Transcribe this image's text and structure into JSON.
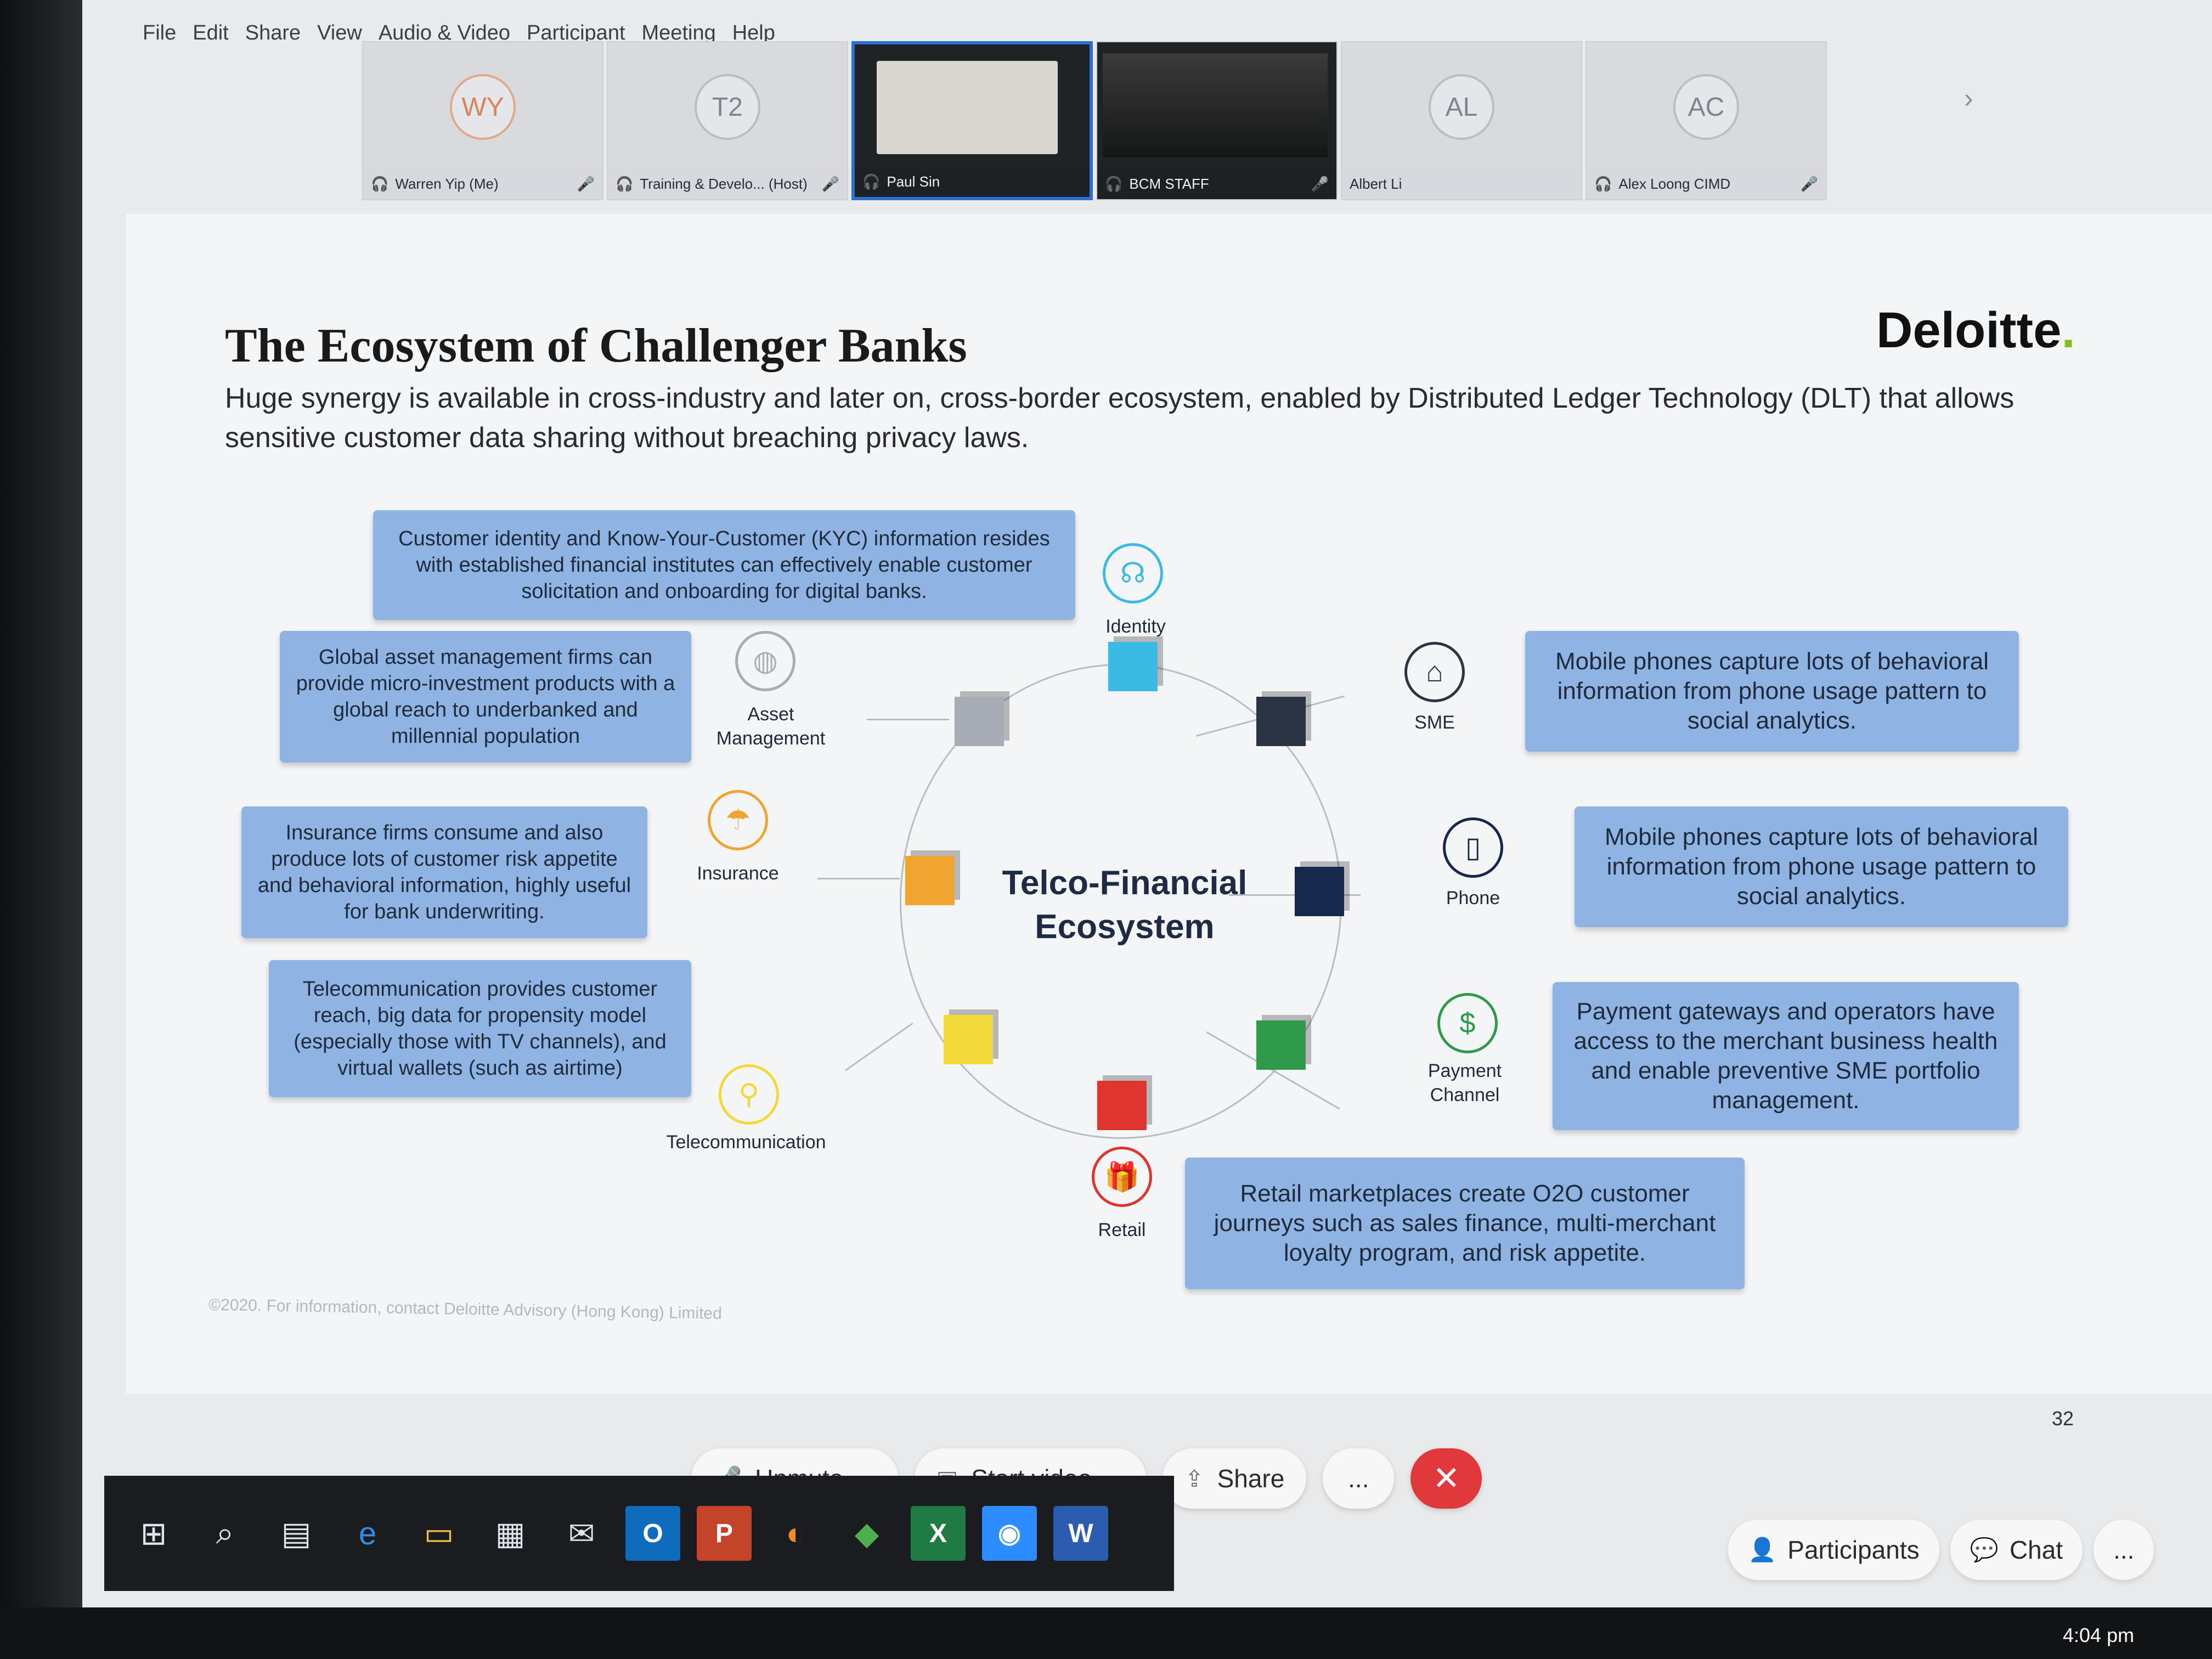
{
  "menu": [
    "File",
    "Edit",
    "Share",
    "View",
    "Audio & Video",
    "Participant",
    "Meeting",
    "Help"
  ],
  "participants": [
    {
      "initials": "WY",
      "name": "Warren Yip (Me)",
      "muted": true,
      "type": "avatar"
    },
    {
      "initials": "T2",
      "name": "Training & Develo... (Host)",
      "muted": true,
      "type": "avatar"
    },
    {
      "initials": "",
      "name": "Paul Sin",
      "muted": false,
      "type": "video",
      "active": true
    },
    {
      "initials": "",
      "name": "BCM STAFF",
      "muted": true,
      "type": "video"
    },
    {
      "initials": "AL",
      "name": "Albert Li",
      "muted": false,
      "type": "avatar"
    },
    {
      "initials": "AC",
      "name": "Alex Loong CIMD",
      "muted": true,
      "type": "avatar"
    }
  ],
  "slide": {
    "title": "The Ecosystem of Challenger Banks",
    "logo": "Deloitte",
    "logo_dot": ".",
    "subtitle": "Huge synergy is available in cross-industry and later on, cross-border ecosystem, enabled by Distributed Ledger Technology (DLT) that allows sensitive customer data sharing without breaching privacy laws.",
    "center": [
      "Telco-Financial",
      "Ecosystem"
    ],
    "nodes": [
      {
        "label": "Identity",
        "icon": "identity-icon"
      },
      {
        "label": "SME",
        "icon": "factory-icon"
      },
      {
        "label": "Phone",
        "icon": "phone-icon"
      },
      {
        "label": "Payment Channel",
        "icon": "payment-icon"
      },
      {
        "label": "Retail",
        "icon": "gift-icon"
      },
      {
        "label": "Telecommunication",
        "icon": "antenna-icon"
      },
      {
        "label": "Insurance",
        "icon": "umbrella-icon"
      },
      {
        "label": "Asset Management",
        "icon": "piggy-bank-icon"
      }
    ],
    "boxes": {
      "identity": "Customer identity and Know-Your-Customer (KYC) information resides with established financial institutes can effectively enable customer solicitation and onboarding for digital banks.",
      "asset": "Global asset management firms can provide micro-investment products with a global reach to underbanked and millennial population",
      "insurance": "Insurance firms consume and also produce lots of customer risk appetite and behavioral information, highly useful for bank underwriting.",
      "telecom": "Telecommunication provides customer reach, big data for propensity model (especially those with TV channels), and virtual wallets (such as airtime)",
      "sme": "Mobile phones capture lots of behavioral information from phone usage pattern to social analytics.",
      "phone": "Mobile phones capture lots of behavioral information from phone usage pattern to social analytics.",
      "payment": "Payment gateways and operators have access to the merchant business health and enable preventive SME portfolio management.",
      "retail": "Retail marketplaces create O2O customer journeys such as sales finance, multi-merchant loyalty program, and risk appetite."
    },
    "footer": "©2020. For information, contact Deloitte Advisory (Hong Kong) Limited",
    "page_number": "32"
  },
  "controls": {
    "unmute": "Unmute",
    "start_video": "Start video",
    "share": "Share",
    "more": "...",
    "end": "✕",
    "participants": "Participants",
    "chat": "Chat",
    "panel_more": "..."
  },
  "clock": "4:04 pm",
  "colors": {
    "box": "#8fb4e3",
    "identity": "#3bbbe3",
    "sme": "#2b3442",
    "phone": "#16284d",
    "payment": "#2e9a4a",
    "retail": "#e0342e",
    "telecom": "#f3d93a",
    "insurance": "#f0a530",
    "asset": "#a8adb5",
    "end": "#e0383b"
  }
}
